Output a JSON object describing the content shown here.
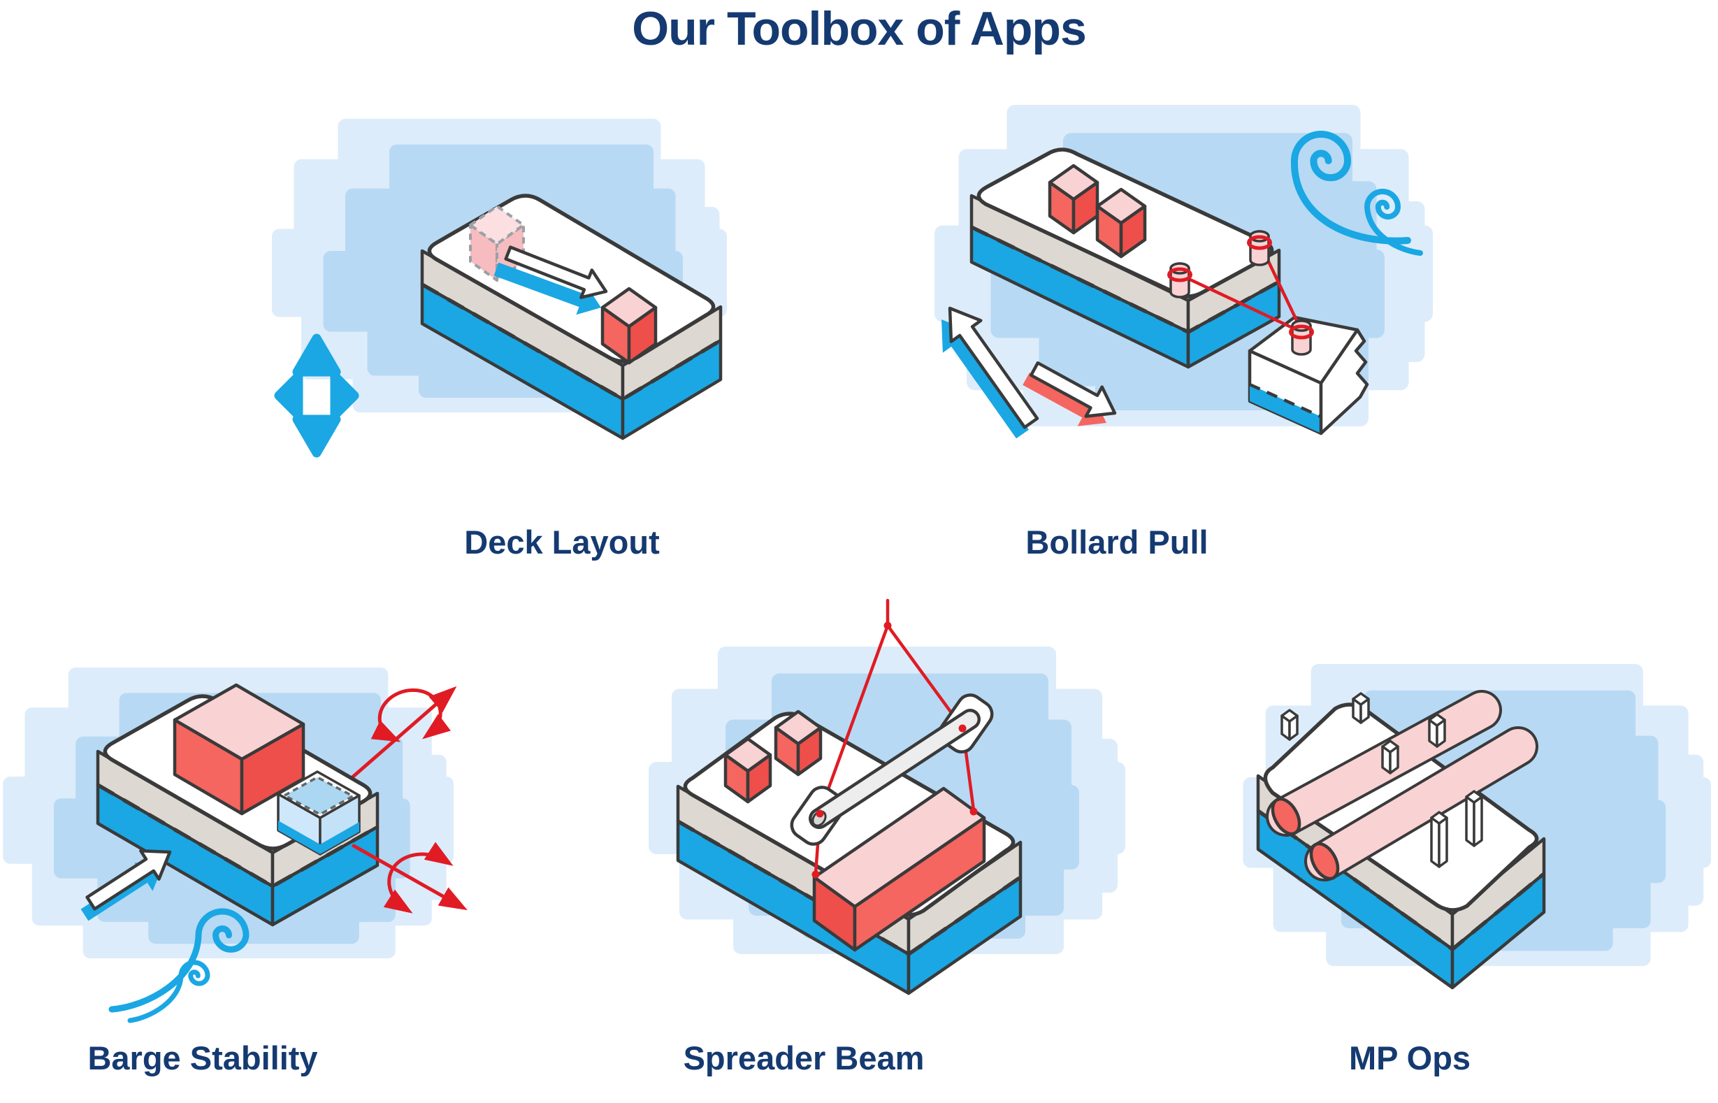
{
  "page": {
    "title": "Our Toolbox of Apps"
  },
  "apps": [
    {
      "id": "deck-layout",
      "label": "Deck Layout",
      "icons": [
        "barge-icon",
        "ghost-cargo-cube-icon",
        "cargo-cube-icon",
        "shift-arrow-icon",
        "move-arrows-icon"
      ]
    },
    {
      "id": "bollard-pull",
      "label": "Bollard Pull",
      "icons": [
        "barge-icon",
        "cargo-cube-icon",
        "bollard-icon",
        "mooring-line-icon",
        "quay-icon",
        "wind-swirl-icon",
        "pull-arrow-icon"
      ]
    },
    {
      "id": "barge-stability",
      "label": "Barge Stability",
      "icons": [
        "barge-icon",
        "cargo-box-icon",
        "ballast-tank-icon",
        "wind-arrow-icon",
        "wind-swirl-icon",
        "roll-rotation-icon",
        "pitch-rotation-icon"
      ]
    },
    {
      "id": "spreader-beam",
      "label": "Spreader Beam",
      "icons": [
        "barge-icon",
        "cargo-cube-icon",
        "cargo-box-icon",
        "spreader-beam-icon",
        "rigging-line-icon",
        "shackle-plate-icon"
      ]
    },
    {
      "id": "mp-ops",
      "label": "MP Ops",
      "icons": [
        "barge-icon",
        "pipe-cargo-icon",
        "stanchion-icon"
      ]
    }
  ],
  "palette": {
    "navy": "#153a71",
    "blue": "#1aa7e4",
    "bg-light": "#ddecfa",
    "bg-med": "#b7d9f4",
    "deck-gray": "#ddd8d2",
    "red": "#f4665f",
    "red-dark": "#ee4f4b",
    "red-line": "#e01b24",
    "pink": "#f9d2d4",
    "ghost-pink": "#f6bcbf",
    "ghost-pink-light": "#fbdfe1",
    "ink": "#3a3a3a"
  }
}
